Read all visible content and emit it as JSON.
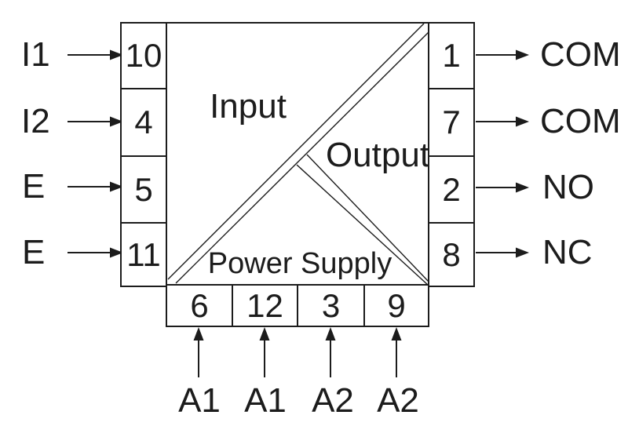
{
  "diagram": {
    "regions": {
      "input": "Input",
      "output": "Output",
      "power_supply": "Power Supply"
    },
    "left_pins": [
      {
        "label": "I1",
        "terminal": "10"
      },
      {
        "label": "I2",
        "terminal": "4"
      },
      {
        "label": "E",
        "terminal": "5"
      },
      {
        "label": "E",
        "terminal": "11"
      }
    ],
    "right_pins": [
      {
        "terminal": "1",
        "label": "COM"
      },
      {
        "terminal": "7",
        "label": "COM"
      },
      {
        "terminal": "2",
        "label": "NO"
      },
      {
        "terminal": "8",
        "label": "NC"
      }
    ],
    "bottom_pins": [
      {
        "terminal": "6",
        "label": "A1"
      },
      {
        "terminal": "12",
        "label": "A1"
      },
      {
        "terminal": "3",
        "label": "A2"
      },
      {
        "terminal": "9",
        "label": "A2"
      }
    ],
    "colors": {
      "line": "#1c1c1c",
      "background": "#ffffff"
    }
  }
}
